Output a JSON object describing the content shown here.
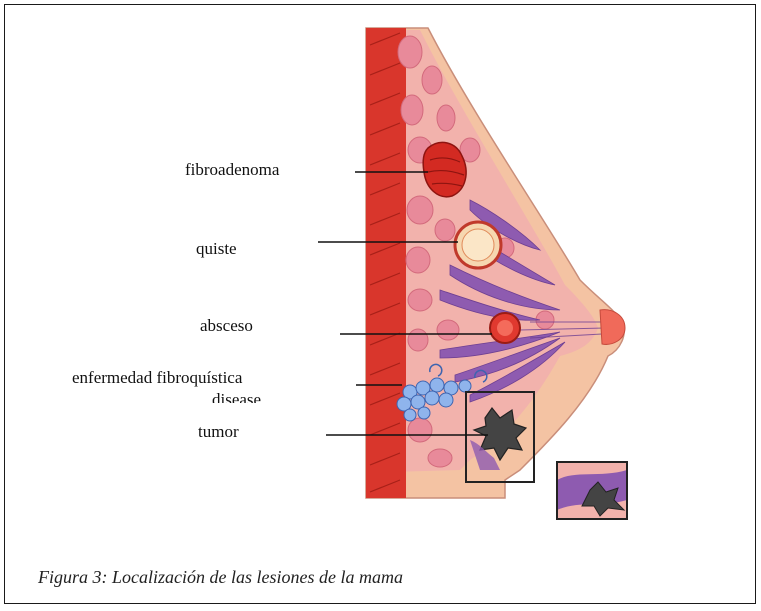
{
  "labels": {
    "fibroadenoma": "fibroadenoma",
    "quiste": "quiste",
    "absceso": "absceso",
    "enfermedad_fibroquistica": "enfermedad fibroquística",
    "residual_text": "disease",
    "tumor": "tumor"
  },
  "caption": "Figura 3: Localización de las lesiones de la mama",
  "colors": {
    "muscle": "#d9362c",
    "tissue": "#f2b2ac",
    "lobule": "#e88a9a",
    "skin": "#f4c3a3",
    "duct": "#8e5bb0",
    "cyst_fill": "#f6d7b0",
    "abscess": "#e0392f",
    "fibrocystic": "#8fb4ec",
    "tumor": "#444444"
  }
}
